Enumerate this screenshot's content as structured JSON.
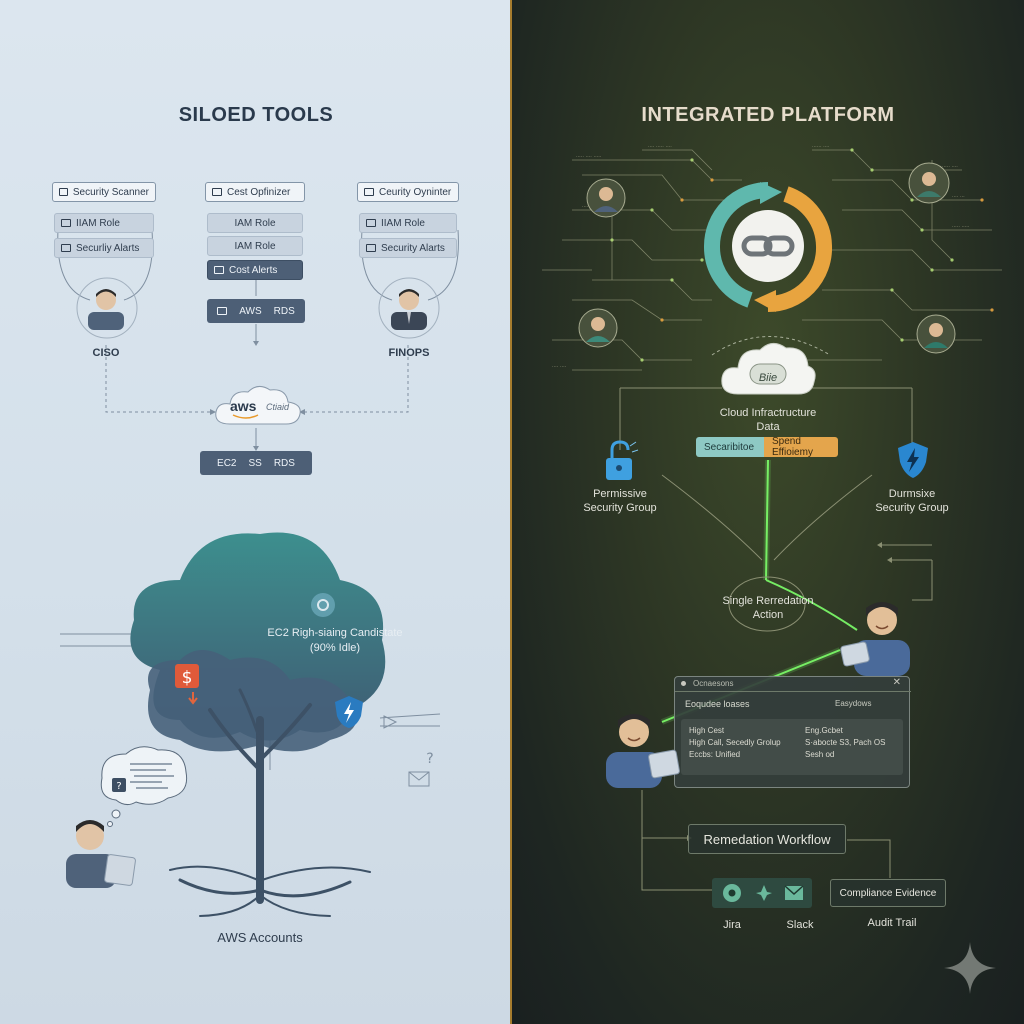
{
  "left": {
    "title": "SILOED TOOLS",
    "col1": {
      "header": "Security Scanner",
      "rows": [
        "IIAM Role",
        "Securliy Alarts"
      ],
      "role": "CISO"
    },
    "col2": {
      "header": "Cest Opfinizer",
      "rows": [
        "IAM Role",
        "IAM Role"
      ],
      "alert": "Cost Alerts",
      "services": [
        "AWS",
        "RDS"
      ]
    },
    "col3": {
      "header": "Ceurity Oyninter",
      "rows": [
        "IIAM Role",
        "Security Alarts"
      ],
      "role": "FINOPS"
    },
    "aws_cloud": {
      "logo": "aws",
      "sub": "Ctiaid"
    },
    "bottom_services": [
      "EC2",
      "SS",
      "RDS"
    ],
    "tree_annotation": [
      "EC2 Righ-siaing Candistate",
      "(90% Idle)"
    ],
    "tree_label": "AWS Accounts"
  },
  "right": {
    "title": "INTEGRATED PLATFORM",
    "cloud_badge": "Biie",
    "cloud_label": [
      "Cloud Infractructure",
      "Data"
    ],
    "pill_left": "Secaribitoe",
    "pill_right": "Spend Effioiemy",
    "left_node": [
      "Permissive",
      "Security Group"
    ],
    "right_node": [
      "Durmsixe",
      "Security Group"
    ],
    "single_action": [
      "Single Rerredation",
      "Action"
    ],
    "window": {
      "title": "Ocnaesons",
      "subtitle": "Eoqudee loases",
      "right_sub": "Easydows",
      "items_left": [
        "High Cest",
        "High Call, Secedly Grolup",
        "Eccbs: Unified"
      ],
      "items_right": [
        "Eng.Gcbet",
        "S·abocte S3, Pach OS",
        "Sesh od"
      ]
    },
    "workflow": "Remedation Workflow",
    "compliance": "Compliance Evidence",
    "jira": "Jira",
    "slack": "Slack",
    "audit": "Audit Trail",
    "colors": {
      "teal": "#5fb8ad",
      "orange": "#e8a43f",
      "green": "#7dff6a"
    }
  }
}
